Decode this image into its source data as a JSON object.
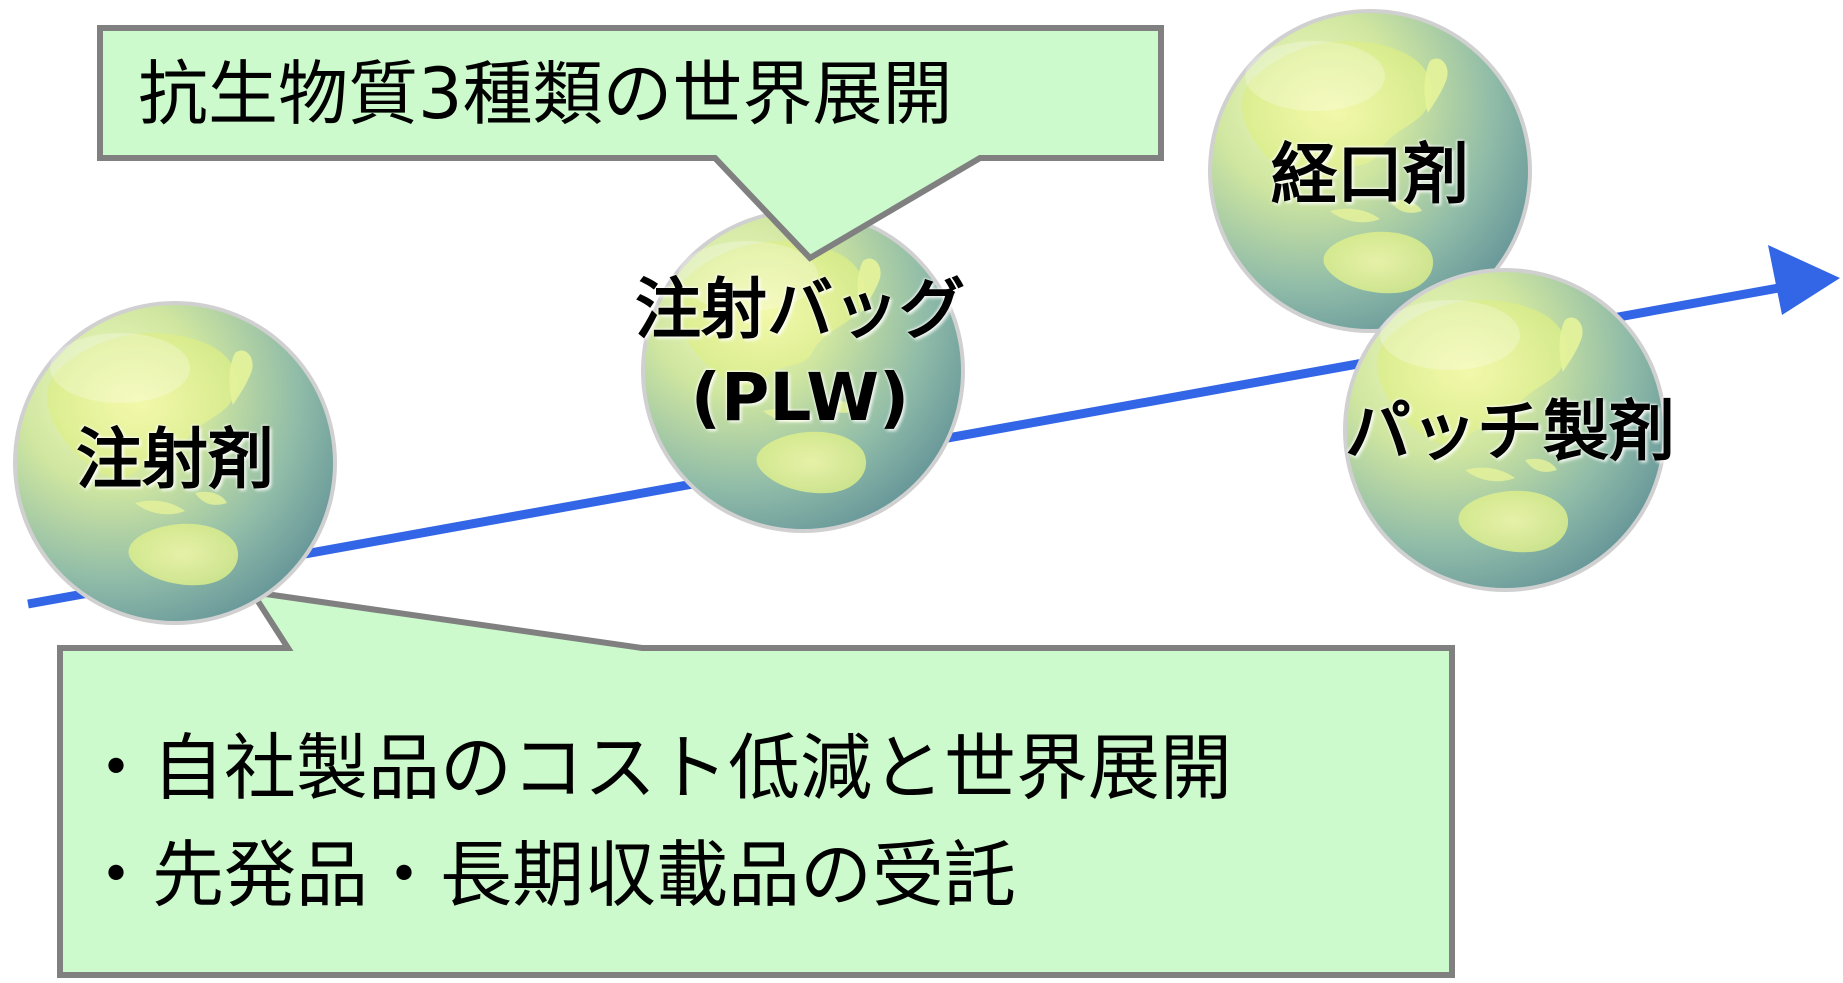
{
  "callouts": {
    "top": "抗生物質3種類の世界展開",
    "bottom_line1": "・自社製品のコスト低減と世界展開",
    "bottom_line2": "・先発品・長期収載品の受託"
  },
  "globes": {
    "injection": "注射剤",
    "bag_line1": "注射バッグ",
    "bag_line2": "(PLW)",
    "oral": "経口剤",
    "patch": "パッチ製剤"
  },
  "colors": {
    "arrow": "#3366e6",
    "callout_fill": "#ccfacc",
    "callout_stroke": "#808080",
    "globe_light": "#eaf6b0",
    "globe_dark": "#6fa3a8"
  },
  "icons": {
    "arrow": "right-arrow-icon",
    "globe": "globe-icon"
  }
}
